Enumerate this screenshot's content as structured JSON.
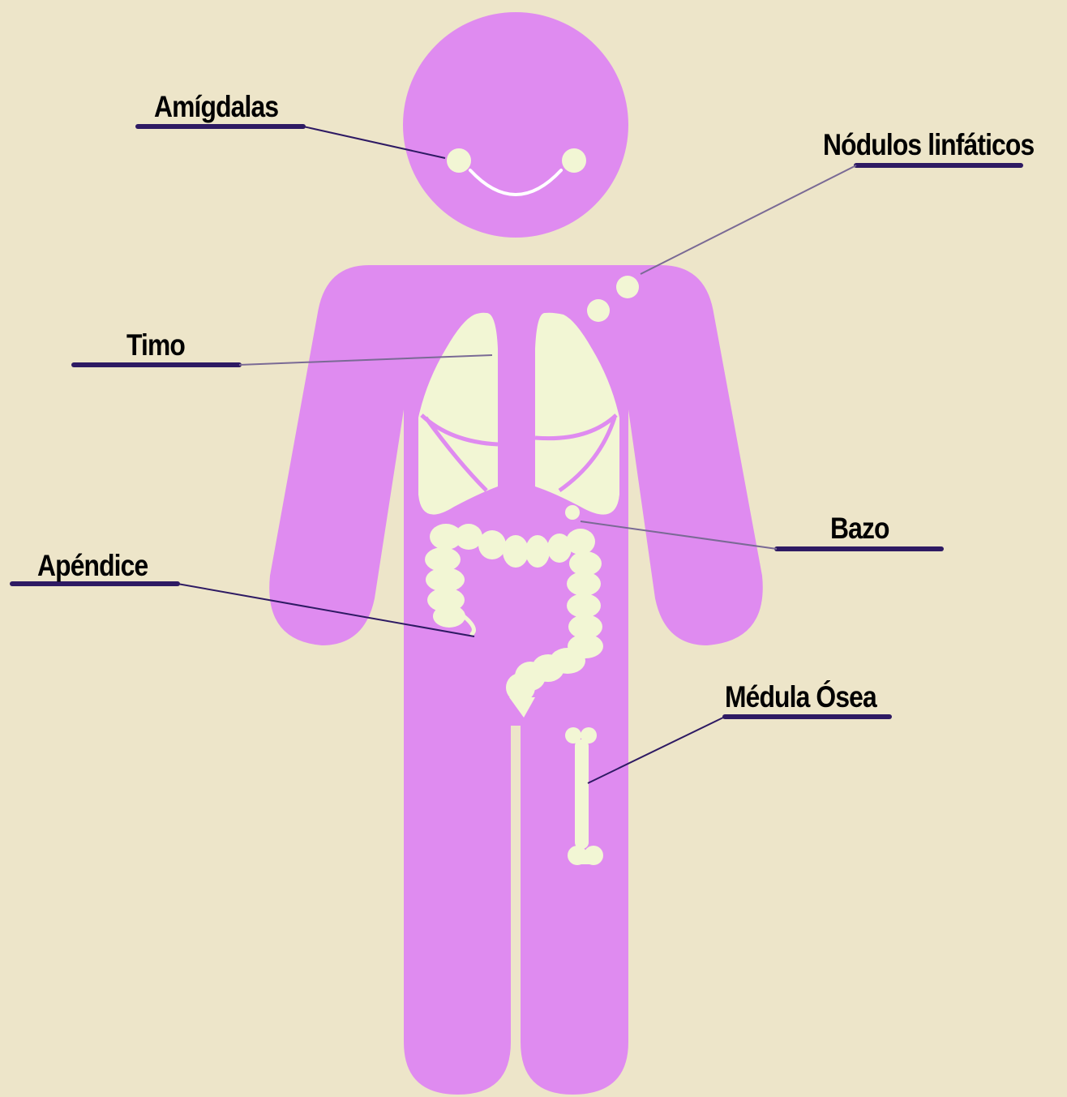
{
  "colors": {
    "background": "#ede5c9",
    "body": "#df8bf0",
    "organ": "#f2f6d4",
    "underline": "#2e1a63",
    "leader": "#2e1a63"
  },
  "labels": {
    "amigdalas": "Amígdalas",
    "nodulos": "Nódulos linfáticos",
    "timo": "Timo",
    "bazo": "Bazo",
    "apendice": "Apéndice",
    "medula": "Médula Ósea"
  }
}
